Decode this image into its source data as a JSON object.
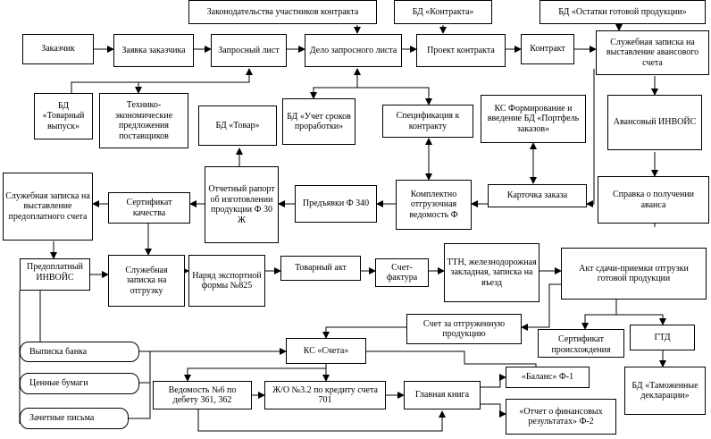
{
  "nodes": {
    "zakonodatelstvo": "Законодательства участников контракта",
    "bd_kontrakta": "БД «Контракта»",
    "bd_ostatki": "БД «Остатки готовой продукции»",
    "zakazchik": "Заказчик",
    "zayavka": "Заявка заказчика",
    "zaprosny_list": "Запросный лист",
    "delo": "Дело запросного листа",
    "proekt": "Проект контракта",
    "kontrakt": "Контракт",
    "sluzh_avans": "Служебная записка на выставление авансового счета",
    "bd_tovarny": "БД «Товарный выпуск»",
    "tehniko": "Технико-экономические предложения поставщиков",
    "bd_tovar": "БД «Товар»",
    "bd_uchet": "БД «Учет сроков проработки»",
    "specifikaciya": "Спецификация к контракту",
    "ks_portfel": "КС Формирование и введение БД «Портфель заказов»",
    "avans_invoys": "Авансовый ИНВОЙС",
    "sluzh_predoplat": "Служебная записка на выставление предоплатного счета",
    "sertifikat_kach": "Сертификат качества",
    "otchetny_raport": "Отчетный рапорт об изготовлении продукции Ф 30 Ж",
    "predyavki": "Предъявки Ф 340",
    "komplektno": "Комплектно отгрузочная ведомость Ф",
    "kartochka": "Карточка заказа",
    "spravka": "Справка о получении аванса",
    "predoplat_invoys": "Предоплатный ИНВОЙС",
    "sluzh_otgruzka": "Служебная записка на отгрузку",
    "naryad": "Наряд экспортной формы №825",
    "tovarny_akt": "Товарный акт",
    "schet_faktura": "Счет-фактура",
    "ttn": "ТТН, железнодорожная закладная, записка на въезд",
    "akt_sdachi": "Акт сдачи-приемки отгрузки готовой продукции",
    "schet_otgruzh": "Счет за отгруженную продукцию",
    "sertifikat_proish": "Сертификат происхождения",
    "gtd": "ГТД",
    "vypiska": "Выписка банка",
    "ks_scheta": "КС «Счета»",
    "cennye": "Ценные бумаги",
    "balans": "«Баланс» Ф-1",
    "vedomost6": "Ведомость №6 по дебету 361, 362",
    "jo32": "Ж/О №3.2 по кредиту счета 701",
    "glavnaya": "Главная книга",
    "bd_tamozh": "БД «Таможенные декларации»",
    "otchet_fin": "«Отчет о финансовых результатах» Ф-2",
    "zachetnye": "Зачетные письма"
  }
}
